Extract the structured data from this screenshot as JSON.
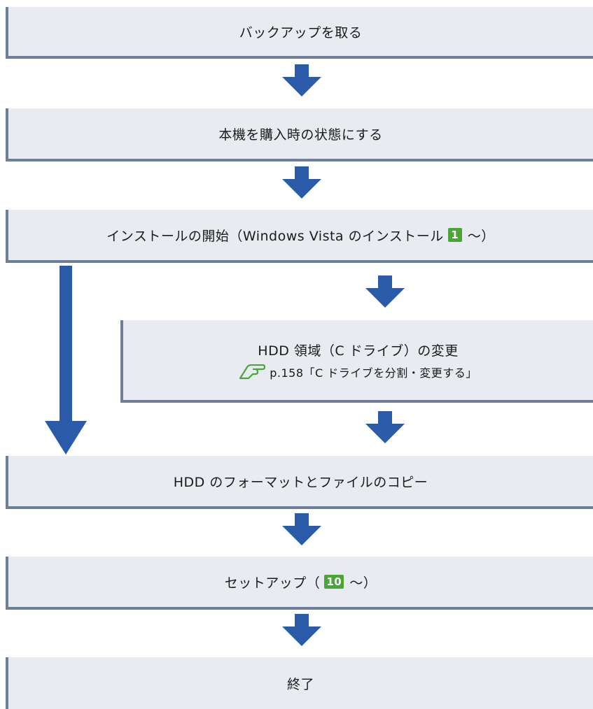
{
  "colors": {
    "box_fill": "#e8ebf0",
    "box_shadow": "#6f7f9a",
    "arrow": "#2b5aa8",
    "badge": "#4ba63a"
  },
  "steps": {
    "backup": "バックアップを取る",
    "reset": "本機を購入時の状態にする",
    "install_start_prefix": "インストールの開始（Windows Vista のインストール",
    "install_start_badge": "1",
    "install_start_suffix": "～）",
    "hdd_area_title": "HDD 領域（C ドライブ）の変更",
    "hdd_area_ref": "p.158「C ドライブを分割・変更する」",
    "format_copy": "HDD のフォーマットとファイルのコピー",
    "setup_prefix": "セットアップ（",
    "setup_badge": "10",
    "setup_suffix": "～）",
    "finish": "終了"
  },
  "icons": {
    "reference": "pointing-hand-icon",
    "arrow": "arrow-down-icon"
  }
}
